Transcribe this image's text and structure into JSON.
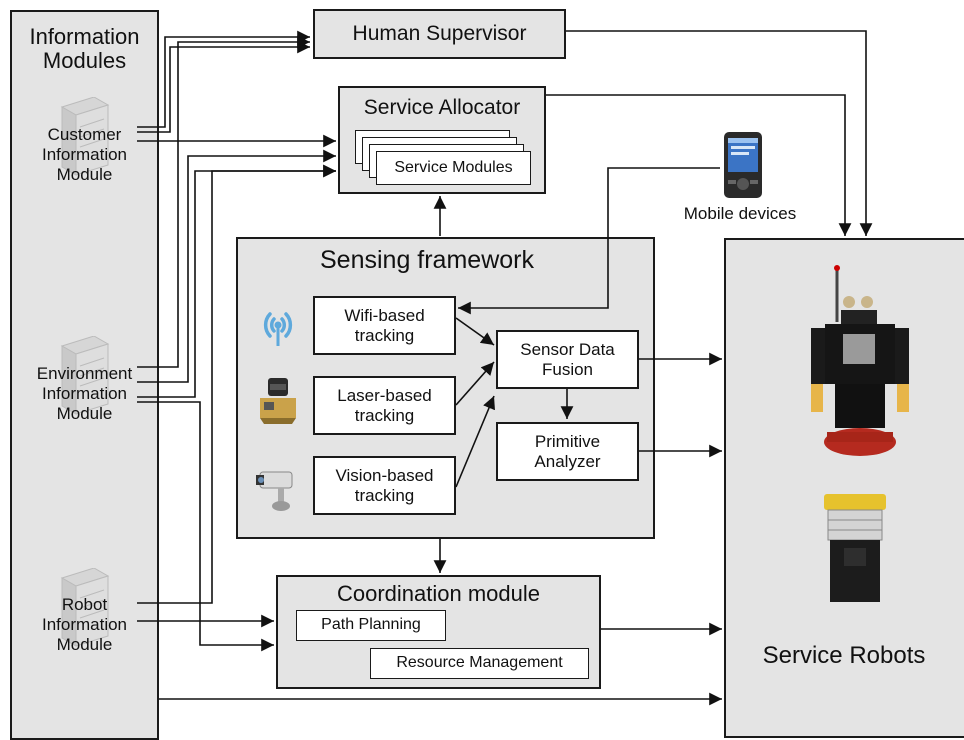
{
  "info_panel": {
    "title": "Information\nModules",
    "customer": "Customer\nInformation\nModule",
    "environment": "Environment\nInformation\nModule",
    "robot": "Robot\nInformation\nModule"
  },
  "human_supervisor": "Human Supervisor",
  "service_allocator": {
    "title": "Service Allocator",
    "modules": "Service Modules"
  },
  "mobile_devices": "Mobile devices",
  "sensing": {
    "title": "Sensing framework",
    "wifi": "Wifi-based\ntracking",
    "laser": "Laser-based\ntracking",
    "vision": "Vision-based\ntracking",
    "fusion": "Sensor Data\nFusion",
    "analyzer": "Primitive\nAnalyzer"
  },
  "coordination": {
    "title": "Coordination module",
    "path": "Path Planning",
    "resource": "Resource Management"
  },
  "robots": {
    "title": "Service Robots"
  },
  "icons": [
    "server-icon",
    "wifi-icon",
    "laser-sensor-icon",
    "camera-icon",
    "pda-icon",
    "humanoid-robot-icon",
    "cart-robot-icon"
  ]
}
